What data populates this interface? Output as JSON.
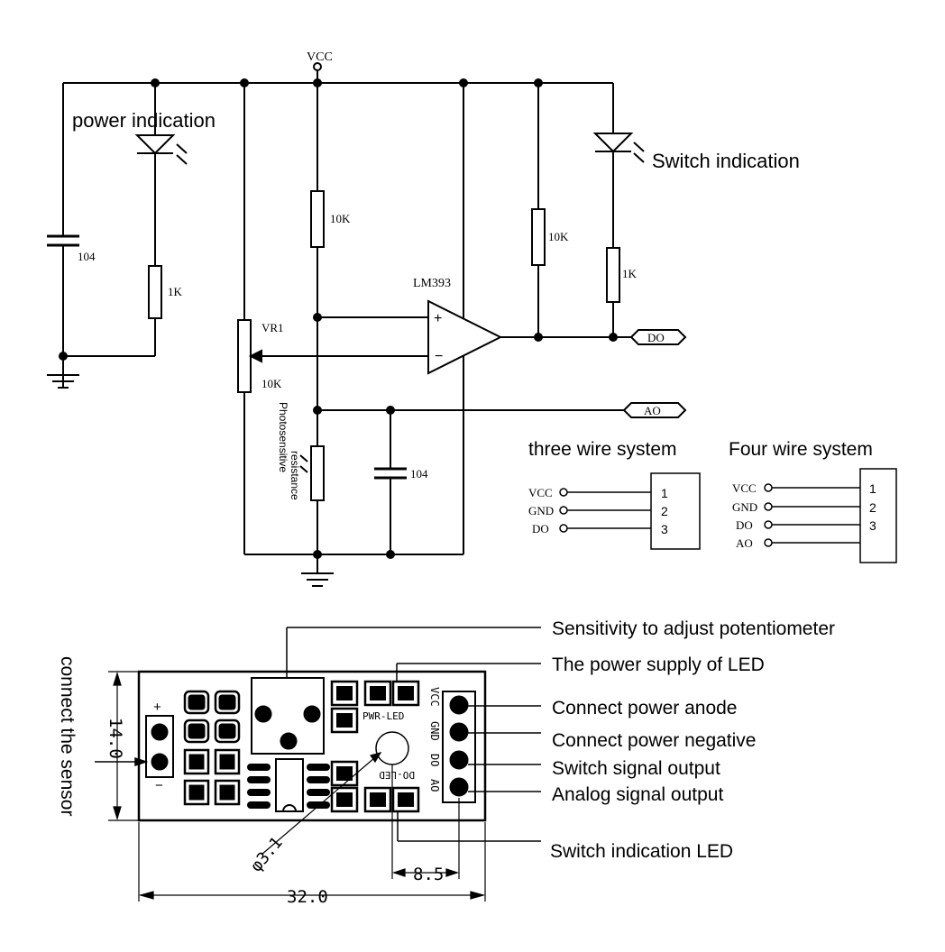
{
  "schematic": {
    "vcc": "VCC",
    "power_indication": "power indication",
    "switch_indication": "Switch indication",
    "r_10k_a": "10K",
    "r_10k_b": "10K",
    "r_1k_a": "1K",
    "r_1k_b": "1K",
    "cap_104_a": "104",
    "cap_104_b": "104",
    "vr1": "VR1",
    "vr1_value": "10K",
    "comparator": "LM393",
    "plus": "+",
    "minus": "−",
    "do": "DO",
    "ao": "AO",
    "photo_line1": "Photosensitive",
    "photo_line2": "resistance"
  },
  "three_wire": {
    "title": "three wire system",
    "pins": [
      "VCC",
      "GND",
      "DO"
    ],
    "numbers": [
      "1",
      "2",
      "3"
    ]
  },
  "four_wire": {
    "title": "Four wire system",
    "pins": [
      "VCC",
      "GND",
      "DO",
      "AO"
    ],
    "numbers": [
      "1",
      "2",
      "3"
    ]
  },
  "board": {
    "header_vcc": "VCC",
    "header_gnd": "GND",
    "header_do": "DO",
    "header_ao": "AO",
    "pwr_led": "PWR-LED",
    "do_led": "DO-LED",
    "plus": "+",
    "minus": "−",
    "dim_height": "14.0",
    "dim_width": "32.0",
    "dim_led": "8.5",
    "dim_hole": "φ3.1"
  },
  "callouts": {
    "connect_sensor": "connect the sensor",
    "sensitivity": "Sensitivity to adjust potentiometer",
    "power_supply_led": "The power supply of LED",
    "power_anode": "Connect power anode",
    "power_negative": "Connect power negative",
    "switch_output": "Switch signal output",
    "analog_output": "Analog signal output",
    "switch_led": "Switch indication LED"
  }
}
